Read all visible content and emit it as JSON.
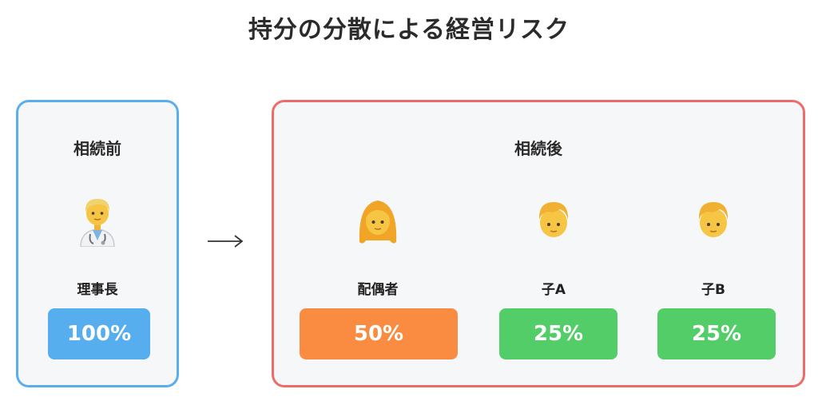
{
  "title": "持分の分散による経営リスク",
  "before": {
    "heading": "相続前",
    "person": {
      "icon": "doctor-icon",
      "name": "理事長",
      "share": "100%",
      "color": "#56aeef"
    }
  },
  "arrow": "→",
  "after": {
    "heading": "相続後",
    "people": [
      {
        "icon": "woman-icon",
        "name": "配偶者",
        "share": "50%",
        "color": "#fa8c42"
      },
      {
        "icon": "child-icon",
        "name": "子A",
        "share": "25%",
        "color": "#52cd67"
      },
      {
        "icon": "child-icon",
        "name": "子B",
        "share": "25%",
        "color": "#52cd67"
      }
    ]
  }
}
